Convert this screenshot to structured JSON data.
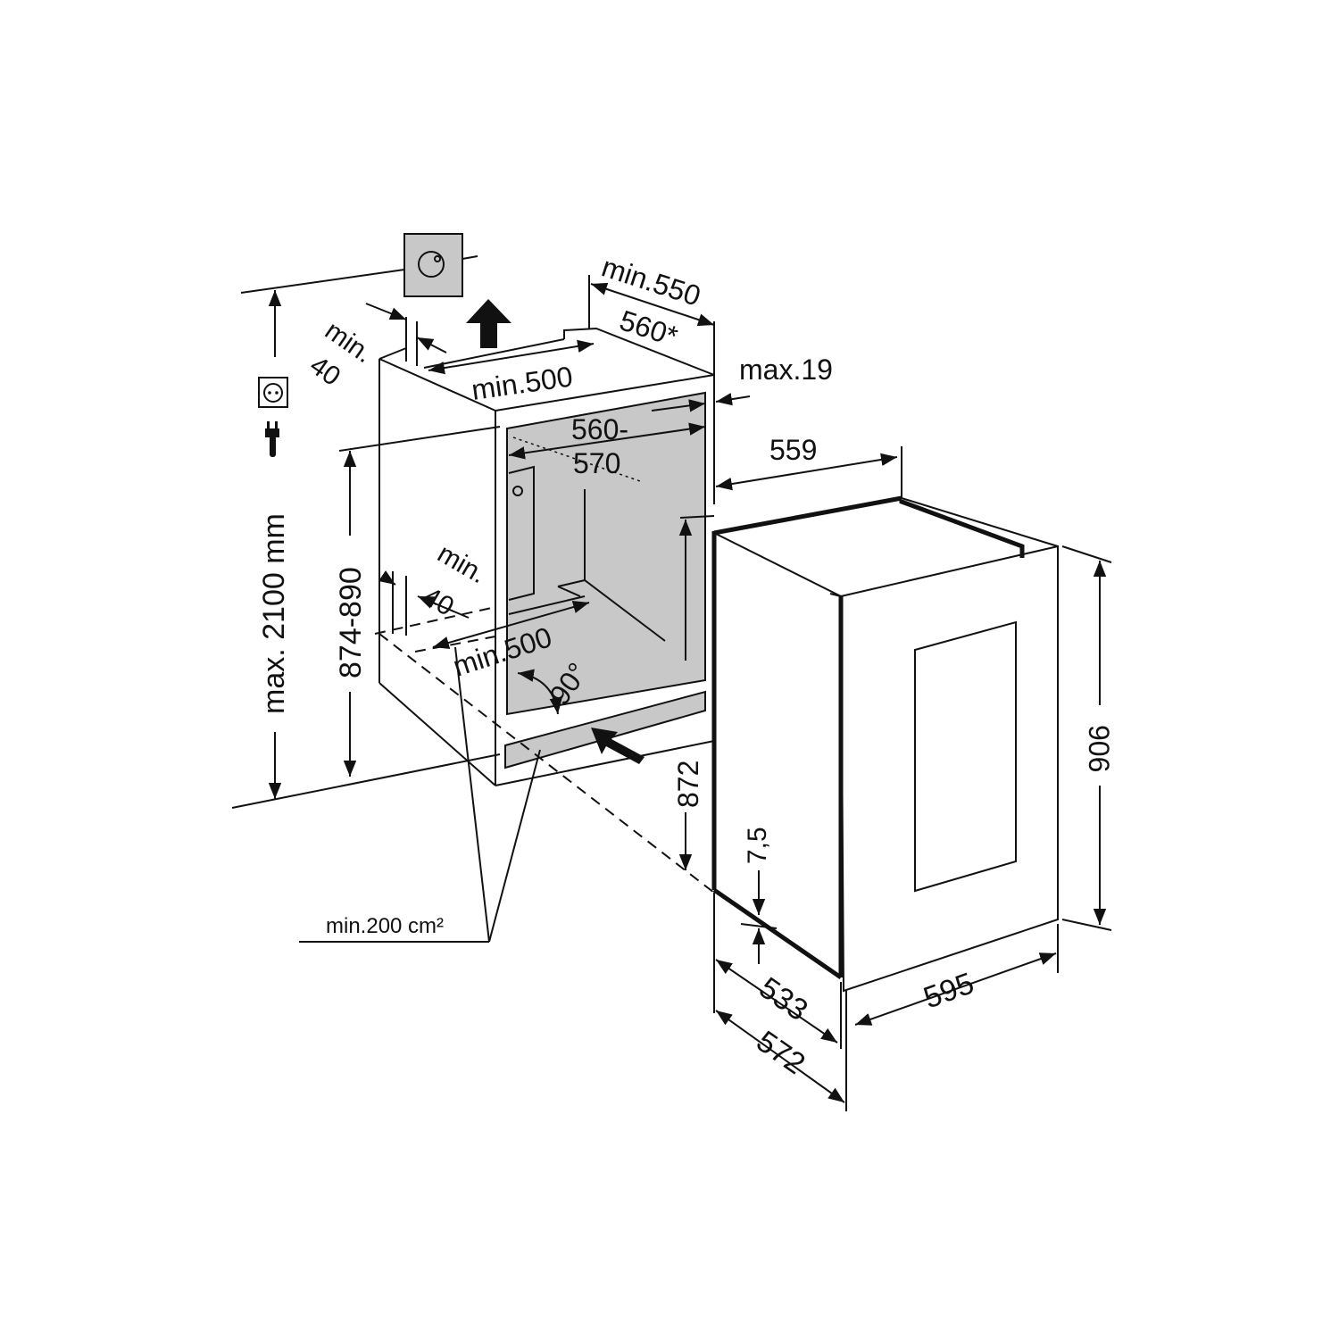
{
  "title": "Installation dimensions diagram",
  "colors": {
    "line": "#111111",
    "niche_fill": "#c8c8c8",
    "background": "#ffffff"
  },
  "icons": [
    "wall-socket-icon",
    "socket-icon",
    "plug-icon",
    "ventilation-arrow-up-icon",
    "ventilation-arrow-in-icon"
  ],
  "labels": {
    "niche_depth_min": "min.550",
    "niche_depth_alt": "560*",
    "top_gap_min": "min.",
    "top_gap_value": "40",
    "top_vent_width": "min.500",
    "max_door_thickness": "max.19",
    "niche_width_top": "560-",
    "niche_width_bottom": "570",
    "appliance_width_inner": "559",
    "max_height": "max. 2100 mm",
    "niche_height": "874-890",
    "bottom_gap_min": "min.",
    "bottom_gap_value": "40",
    "bottom_vent_width": "min.500",
    "angle": "90°",
    "appliance_body_height": "872",
    "plinth_offset": "7,5",
    "appliance_height": "906",
    "vent_area": "min.200 cm²",
    "appliance_width": "595",
    "depth_body": "533",
    "depth_total": "572"
  }
}
